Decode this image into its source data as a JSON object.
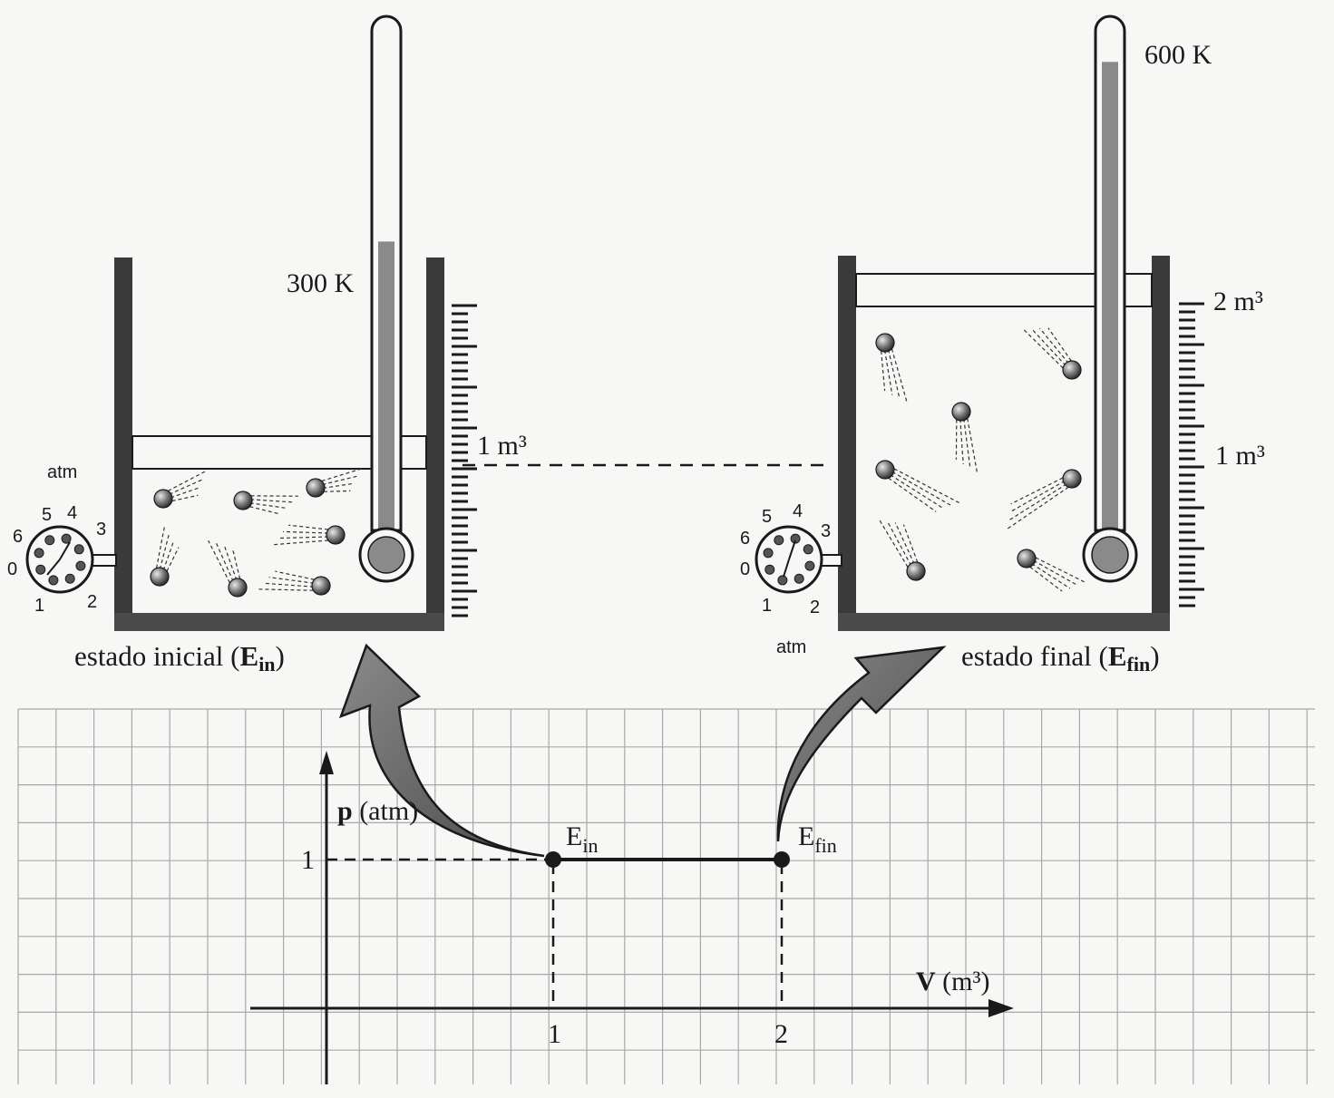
{
  "initial_state": {
    "caption_prefix": "estado inicial (",
    "caption_symbol": "E",
    "caption_subscript": "in",
    "caption_suffix": ")",
    "temperature": "300 K",
    "volume_mark": "1 m³",
    "gauge_unit": "atm",
    "gauge_numbers": [
      "0",
      "1",
      "2",
      "3",
      "4",
      "5",
      "6"
    ],
    "thermometer_fill": 0.6
  },
  "final_state": {
    "caption_prefix": "estado final (",
    "caption_symbol": "E",
    "caption_subscript": "fin",
    "caption_suffix": ")",
    "temperature": "600 K",
    "volume_mark_upper": "2 m³",
    "volume_mark_lower": "1 m³",
    "gauge_unit": "atm",
    "gauge_numbers": [
      "0",
      "1",
      "2",
      "3",
      "4",
      "5",
      "6"
    ],
    "thermometer_fill": 0.95
  },
  "graph": {
    "y_axis_label_symbol": "p",
    "y_axis_label_unit": " (atm)",
    "x_axis_label_symbol": "V",
    "x_axis_label_unit": " (m³)",
    "y_tick": "1",
    "x_ticks": [
      "1",
      "2"
    ],
    "point_initial_symbol": "E",
    "point_initial_sub": "in",
    "point_final_symbol": "E",
    "point_final_sub": "fin"
  },
  "colors": {
    "ink": "#1a1a1a",
    "vessel_wall": "#3a3a3a",
    "arrow_fill": "#6e6e6e",
    "mercury": "#8a8a8a",
    "grid": "#a8a8a8",
    "paper": "#f7f7f5"
  }
}
